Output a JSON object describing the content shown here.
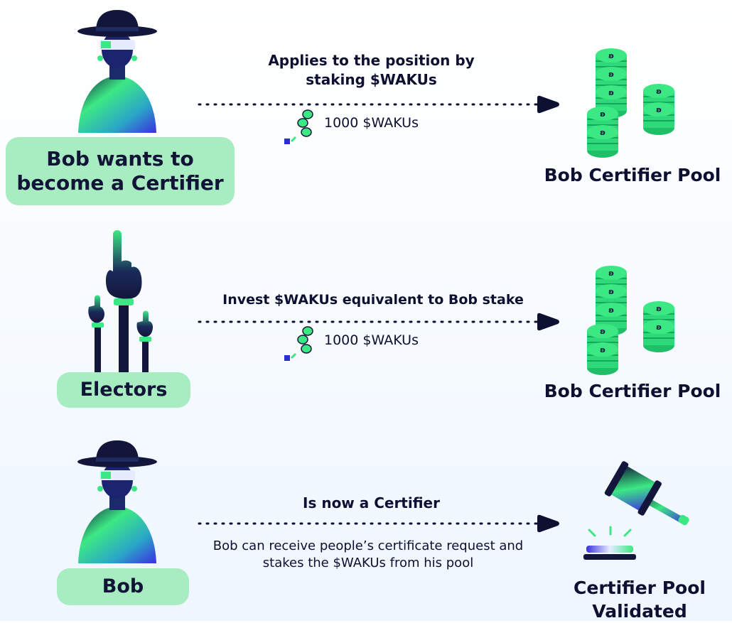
{
  "colors": {
    "accent_green": "#3ce884",
    "pill_bg": "#a8ecc2",
    "navy": "#0d1030",
    "gradient_blue": "#3b3ee0"
  },
  "steps": [
    {
      "actor_label": "Bob wants to become a Certifier",
      "actor_icon": "hat-person-icon",
      "action": "Applies to the position by staking $WAKUs",
      "amount": "1000 $WAKUs",
      "target_label": "Bob Certifier Pool",
      "target_icon": "coin-stack-icon"
    },
    {
      "actor_label": "Electors",
      "actor_icon": "raised-hands-icon",
      "action": "Invest $WAKUs equivalent to Bob stake",
      "amount": "1000 $WAKUs",
      "target_label": "Bob Certifier Pool",
      "target_icon": "coin-stack-icon"
    },
    {
      "actor_label": "Bob",
      "actor_icon": "hat-person-icon",
      "action": "Is now a Certifier",
      "description": "Bob can receive people’s certificate request and stakes the $WAKUs from his pool",
      "target_label": "Certifier Pool Validated",
      "target_icon": "gavel-icon"
    }
  ]
}
